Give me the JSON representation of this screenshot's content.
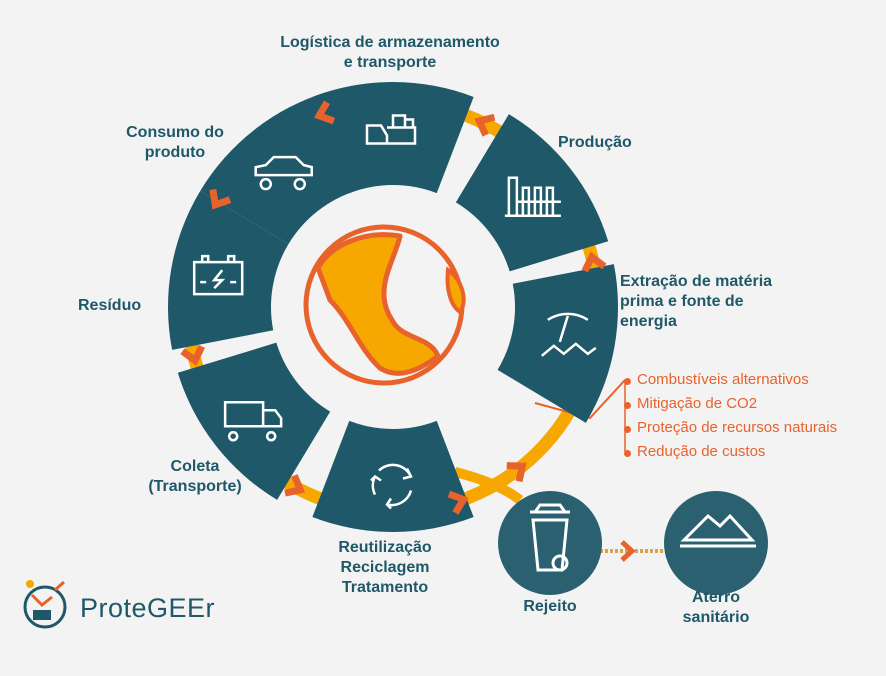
{
  "colors": {
    "teal": "#1f5868",
    "orange": "#e8622c",
    "yellow": "#f6a800",
    "bg": "#f3f3f3"
  },
  "stages": [
    {
      "id": "logistica",
      "lines": [
        "Logística de armazenamento",
        "e transporte"
      ],
      "icon": "delivery-truck-boxes-icon"
    },
    {
      "id": "producao",
      "lines": [
        "Produção"
      ],
      "icon": "factory-icon"
    },
    {
      "id": "extracao",
      "lines": [
        "Extração de matéria",
        "prima e fonte de",
        "energia"
      ],
      "icon": "mining-pickaxe-icon"
    },
    {
      "id": "reutilizacao",
      "lines": [
        "Reutilização",
        "Reciclagem",
        "Tratamento"
      ],
      "icon": "recycle-arrows-icon"
    },
    {
      "id": "coleta",
      "lines": [
        "Coleta",
        "(Transporte)"
      ],
      "icon": "truck-icon"
    },
    {
      "id": "residuo",
      "lines": [
        "Resíduo"
      ],
      "icon": "battery-icon"
    },
    {
      "id": "consumo",
      "lines": [
        "Consumo do",
        "produto"
      ],
      "icon": "car-icon"
    }
  ],
  "end_nodes": [
    {
      "id": "rejeito",
      "label": "Rejeito",
      "icon": "trash-bin-icon"
    },
    {
      "id": "aterro",
      "lines": [
        "Aterro",
        "sanitário"
      ],
      "icon": "landfill-mountain-icon"
    }
  ],
  "benefits": [
    "Combustíveis alternativos",
    "Mitigação de CO2",
    "Proteção de recursos naturais",
    "Redução de custos"
  ],
  "center_icon": "globe-icon",
  "brand": {
    "name": "ProteGEEr",
    "icon": "protegeer-logo-icon"
  }
}
